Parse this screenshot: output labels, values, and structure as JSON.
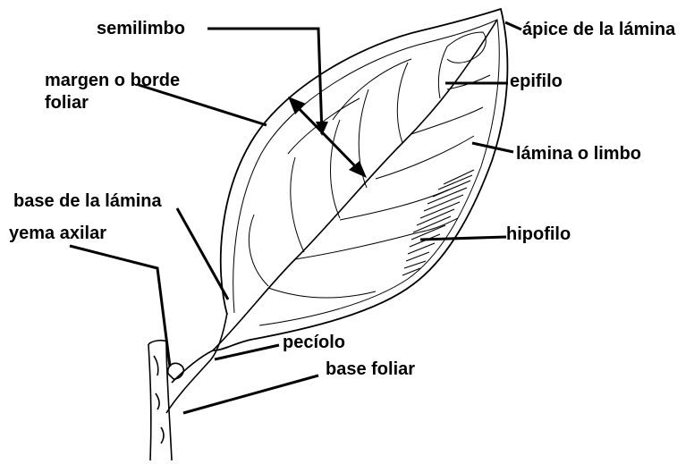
{
  "labels": {
    "semilimbo": "semilimbo",
    "apice": "ápice de la lámina",
    "margen_line1": "margen o borde",
    "margen_line2": "foliar",
    "epifilo": "epifilo",
    "lamina": "lámina o limbo",
    "base_lamina": "base de la lámina",
    "yema": "yema axilar",
    "hipofilo": "hipofilo",
    "peciolo": "pecíolo",
    "base_foliar": "base foliar"
  },
  "colors": {
    "ink": "#000000",
    "paper": "#ffffff"
  }
}
